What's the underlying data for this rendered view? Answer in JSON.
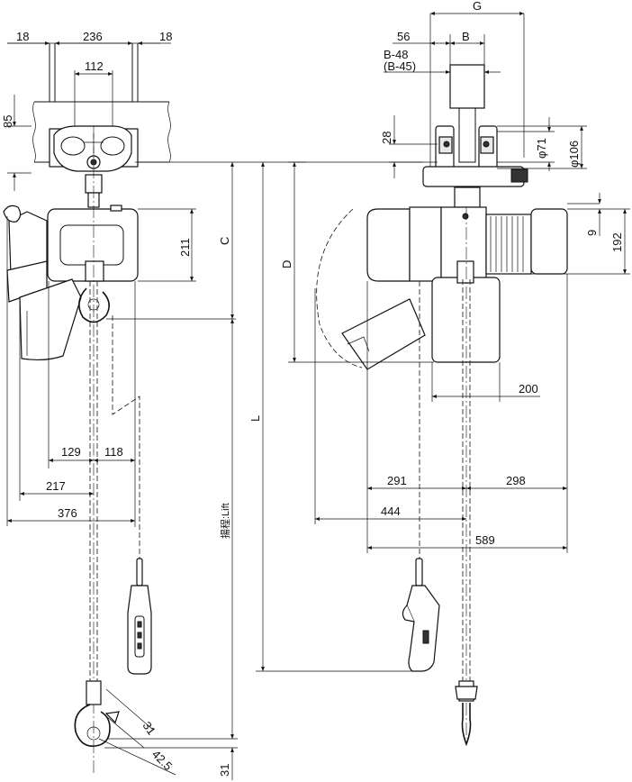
{
  "title": "",
  "front_view": {
    "dims": {
      "top_left_18": "18",
      "top_width": "236",
      "top_right_18": "18",
      "inner_112": "112",
      "beam_height": "85",
      "body_height": "211",
      "dim_c": "C",
      "dim_l": "L",
      "left_129": "129",
      "right_118": "118",
      "left_217": "217",
      "overall_376": "376",
      "lift_label": "揚程:Lift",
      "hook_31": "31",
      "hook_42_5": "42.5",
      "bottom_31": "31"
    }
  },
  "side_view": {
    "dims": {
      "dim_g": "G",
      "dim_56": "56",
      "dim_b": "B",
      "b_48": "B-48",
      "b_45": "(B-45)",
      "dim_28": "28",
      "phi_71": "φ71",
      "phi_106": "φ106",
      "dim_9": "9",
      "dim_192": "192",
      "dim_d": "D",
      "dim_200": "200",
      "dim_291": "291",
      "dim_298": "298",
      "dim_444": "444",
      "dim_589": "589"
    }
  }
}
